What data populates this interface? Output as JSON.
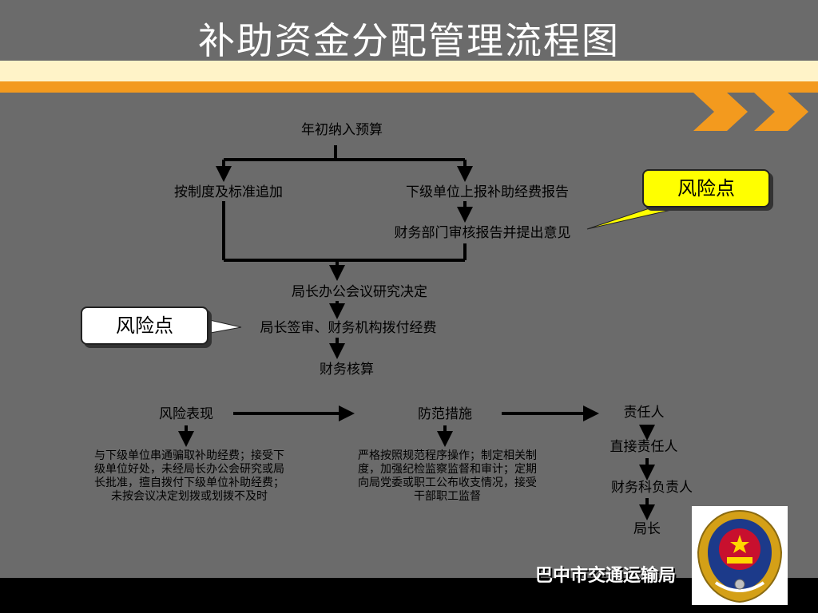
{
  "title": "补助资金分配管理流程图",
  "flow": {
    "start": "年初纳入预算",
    "left_branch": "按制度及标准追加",
    "right_branch": "下级单位上报补助经费报告",
    "review": "财务部门审核报告并提出意见",
    "decision": "局长办公会议研究决定",
    "approve": "局长签审、财务机构拨付经费",
    "accounting": "财务核算"
  },
  "risk_callout_right": "风险点",
  "risk_callout_left": "风险点",
  "bottom": {
    "risk_header": "风险表现",
    "risk_text": "与下级单位串通骗取补助经费；接受下级单位好处，未经局长办公会研究或局长批准，擅自拨付下级单位补助经费；未按会议决定划拨或划拨不及时",
    "measure_header": "防范措施",
    "measure_text": "严格按照规范程序操作；制定相关制度，加强纪检监察监督和审计；定期向局党委或职工公布收支情况，接受干部职工监督",
    "responsible_header": "责任人",
    "responsible_list": [
      "直接责任人",
      "财务科负责人",
      "局长"
    ]
  },
  "organization": "巴中市交通运输局",
  "colors": {
    "background": "#6b6b6b",
    "accent_orange": "#f39a1e",
    "band_cream": "#fff3c8",
    "callout_yellow": "#ffff00"
  },
  "emblem_icon": "police-emblem-icon"
}
